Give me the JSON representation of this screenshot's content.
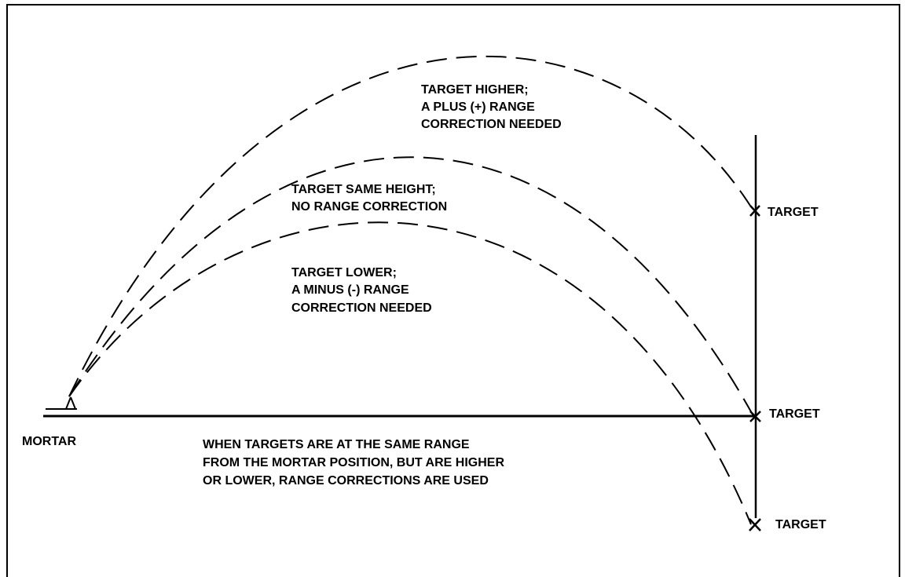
{
  "labels": {
    "higher_line1": "TARGET HIGHER;",
    "higher_line2": "A PLUS (+) RANGE",
    "higher_line3": "CORRECTION NEEDED",
    "same_line1": "TARGET SAME HEIGHT;",
    "same_line2": "NO RANGE CORRECTION",
    "lower_line1": "TARGET LOWER;",
    "lower_line2": "A MINUS (-) RANGE",
    "lower_line3": "CORRECTION NEEDED",
    "target_high": "TARGET",
    "target_level": "TARGET",
    "target_low": "TARGET",
    "mortar": "MORTAR",
    "caption_line1": "WHEN TARGETS ARE AT THE SAME RANGE",
    "caption_line2": "FROM THE MORTAR POSITION, BUT ARE HIGHER",
    "caption_line3": "OR LOWER, RANGE CORRECTIONS ARE USED"
  },
  "colors": {
    "ink": "#000000",
    "background": "#ffffff"
  }
}
